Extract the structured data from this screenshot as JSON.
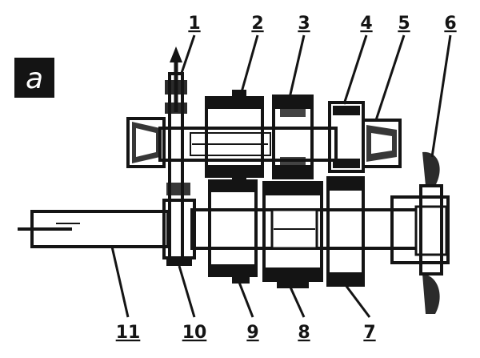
{
  "panel_label": "a",
  "callouts": {
    "c1": "1",
    "c2": "2",
    "c3": "3",
    "c4": "4",
    "c5": "5",
    "c6": "6",
    "c7": "7",
    "c8": "8",
    "c9": "9",
    "c10": "10",
    "c11": "11"
  },
  "colors": {
    "ink": "#141414",
    "paper": "#ffffff"
  }
}
